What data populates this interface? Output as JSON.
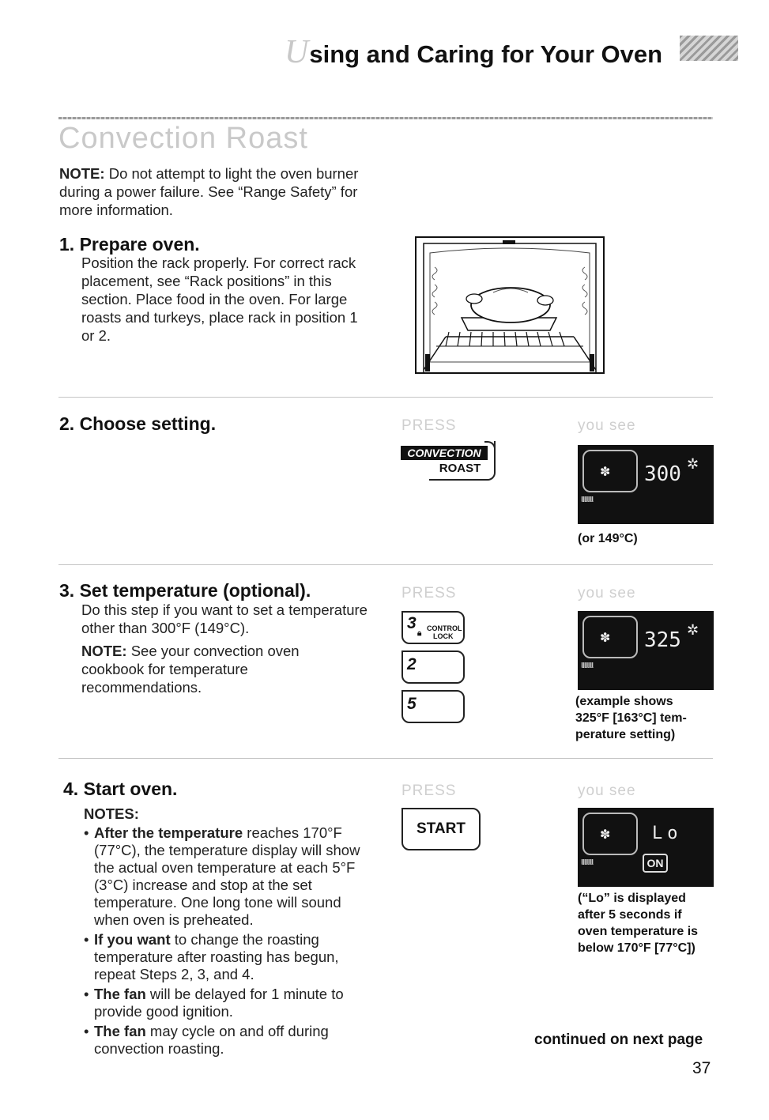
{
  "header": {
    "title_drop": "U",
    "title_rest": "sing and Caring for Your Oven"
  },
  "section_title": "Convection Roast",
  "intro_note": {
    "label": "NOTE:",
    "text": " Do not attempt to light the oven burner during a power failure. See “Range Safety” for more information."
  },
  "steps": {
    "s1": {
      "title": "1. Prepare oven.",
      "body": "Position the rack properly. For correct rack placement, see “Rack positions” in this section. Place food in the oven. For large roasts and turkeys, place rack in position 1 or 2."
    },
    "s2": {
      "title": "2. Choose setting.",
      "press": "PRESS",
      "you_see": "you see",
      "btn_top": "CONVECTION",
      "btn_bottom": "ROAST",
      "display_value": "300",
      "caption": "(or 149°C)"
    },
    "s3": {
      "title": "3. Set temperature (optional).",
      "body": "Do this step if you want to set a temperature other than 300°F (149°C).",
      "note_label": "NOTE:",
      "note_text": " See your convection oven cookbook for temperature recommendations.",
      "press": "PRESS",
      "you_see": "you see",
      "key1": "3",
      "key1_sub": "CONTROL",
      "key1_sub2": "LOCK",
      "key2": "2",
      "key3": "5",
      "display_value": "325",
      "caption": "(example shows 325°F [163°C] tem-perature setting)"
    },
    "s4": {
      "title": "4. Start oven.",
      "notes_label": "NOTES:",
      "bullets": [
        {
          "bold": "After the temperature",
          "text": " reaches 170°F (77°C), the temperature display will show the actual oven temperature at each 5°F (3°C) increase and stop at the set temperature. One long tone will sound when oven is preheated."
        },
        {
          "bold": "If you want",
          "text": " to change the roasting temperature after roasting has begun, repeat Steps 2, 3, and 4."
        },
        {
          "bold": "The fan",
          "text": " will be delayed for 1 minute to provide good ignition."
        },
        {
          "bold": "The fan",
          "text": " may cycle on and off during convection roasting."
        }
      ],
      "press": "PRESS",
      "you_see": "you see",
      "btn": "START",
      "display_value": "Lo",
      "display_on": "ON",
      "caption": "(“Lo” is displayed after 5 seconds if oven temperature is below 170°F [77°C])"
    }
  },
  "display_common": {
    "fan_icon": "fan-icon",
    "bars": "ιιιιιιιι"
  },
  "footer": {
    "continued": "continued on next page",
    "page_number": "37"
  }
}
